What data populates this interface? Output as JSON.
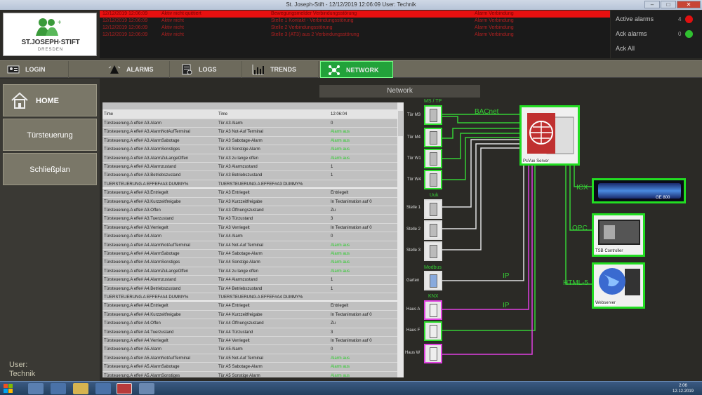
{
  "window": {
    "title": "St. Joseph-Stift - 12/12/2019 12:06:09 User: Technik"
  },
  "logo": {
    "name": "ST.JOSEPH·STIFT",
    "city": "DRESDEN"
  },
  "alarms": {
    "rows": [
      {
        "time": "12/12/2019 12:06:09",
        "status": "Aktiv nicht quittiert",
        "text": "Bewegungsmelder Verbindungsstörung",
        "type": "Alarm Verbindung"
      },
      {
        "time": "12/12/2019 12:06:09",
        "status": "Aktiv nicht",
        "text": "Stelle 1 Kontakt - Verbindungsstörung",
        "type": "Alarm Verbindung"
      },
      {
        "time": "12/12/2019 12:06:09",
        "status": "Aktiv nicht",
        "text": "Stelle 2 Verbindungsstörung",
        "type": "Alarm Verbindung"
      },
      {
        "time": "12/12/2019 12:06:09",
        "status": "Aktiv nicht",
        "text": "Stelle 3 (AT3) aus 2 Verbindungsstörung",
        "type": "Alarm Verbindung"
      }
    ],
    "side": {
      "active_label": "Active alarms",
      "active_count": "4",
      "ack_label": "Ack alarms",
      "ack_count": "0",
      "ack_all": "Ack All"
    },
    "colors": {
      "active_led": "#e01010",
      "ack_led": "#30c030"
    }
  },
  "nav": {
    "login": "LOGIN",
    "alarms": "ALARMS",
    "logs": "LOGS",
    "trends": "TRENDS",
    "network": "NETWORK"
  },
  "sidebar": {
    "home": "HOME",
    "tuersteuerung": "Türsteuerung",
    "schliessplan": "Schließplan",
    "user_label": "User:",
    "user_name": "Technik"
  },
  "network": {
    "title": "Network",
    "table": {
      "headers": [
        "Time",
        "Time",
        "12:06:04"
      ],
      "rows": [
        [
          "Türsteuerung.A effe# A3.Alarm",
          "Tür A3 Alarm",
          "0"
        ],
        [
          "Türsteuerung.A effe# A3.AlarmNotAufTerminal",
          "Tür A3 Not-Auf Terminal",
          "Alarm aus"
        ],
        [
          "Türsteuerung.A effe# A3.AlarmSabotage",
          "Tür A3 Sabotage-Alarm",
          "Alarm aus"
        ],
        [
          "Türsteuerung.A effe# A3.AlarmSonstiges",
          "Tür A3 Sonstige Alarm",
          "Alarm aus"
        ],
        [
          "Türsteuerung.A effe# A3.AlarmZuLangeOffen",
          "Tür A3 zu lange offen",
          "Alarm aus"
        ],
        [
          "Türsteuerung.A effe# A3.Alarmzustand",
          "Tür A3 Alarmzustand",
          "1"
        ],
        [
          "Türsteuerung.A effe# A3.Betriebszustand",
          "Tür A3 Betriebszustand",
          "1"
        ],
        [
          "TUERSTEUERUNG.A EFFEF#A3 DUMMY%",
          "TUERSTEUERUNG.A EFFEF#A3 DUMMY%",
          ""
        ],
        [
          "Türsteuerung.A effe# A3.Entriegelt",
          "Tür A3 Entriegelt",
          "Entriegelt"
        ],
        [
          "Türsteuerung.A effe# A3.Kurzzeitfreigabe",
          "Tür A3 Kurzzeitfreigabe",
          "In Textanimation auf 0"
        ],
        [
          "Türsteuerung.A effe# A3.Offen",
          "Tür A3 Öffnungszustand",
          "Zu"
        ],
        [
          "Türsteuerung.A effe# A3.Tuerzustand",
          "Tür A3 Türzustand",
          "3"
        ],
        [
          "Türsteuerung.A effe# A3.Verriegelt",
          "Tür A3 Verriegelt",
          "In Textanimation auf 0"
        ],
        [
          "Türsteuerung.A effe# A4.Alarm",
          "Tür A4 Alarm",
          "0"
        ],
        [
          "Türsteuerung.A effe# A4.AlarmNotAufTerminal",
          "Tür A4 Not-Auf Terminal",
          "Alarm aus"
        ],
        [
          "Türsteuerung.A effe# A4.AlarmSabotage",
          "Tür A4 Sabotage-Alarm",
          "Alarm aus"
        ],
        [
          "Türsteuerung.A effe# A4.AlarmSonstiges",
          "Tür A4 Sonstige Alarm",
          "Alarm aus"
        ],
        [
          "Türsteuerung.A effe# A4.AlarmZuLangeOffen",
          "Tür A4 zu lange offen",
          "Alarm aus"
        ],
        [
          "Türsteuerung.A effe# A4.Alarmzustand",
          "Tür A4 Alarmzustand",
          "1"
        ],
        [
          "Türsteuerung.A effe# A4.Betriebszustand",
          "Tür A4 Betriebszustand",
          "1"
        ],
        [
          "TUERSTEUERUNG.A EFFEF#A4 DUMMY%",
          "TUERSTEUERUNG.A EFFEF#A4 DUMMY%",
          ""
        ],
        [
          "Türsteuerung.A effe# A4.Entriegelt",
          "Tür A4 Entriegelt",
          "Entriegelt"
        ],
        [
          "Türsteuerung.A effe# A4.Kurzzeitfreigabe",
          "Tür A4 Kurzzeitfreigabe",
          "In Textanimation auf 0"
        ],
        [
          "Türsteuerung.A effe# A4.Offen",
          "Tür A4 Öffnungszustand",
          "Zu"
        ],
        [
          "Türsteuerung.A effe# A4.Tuerzustand",
          "Tür A4 Türzustand",
          "3"
        ],
        [
          "Türsteuerung.A effe# A4.Verriegelt",
          "Tür A4 Verriegelt",
          "In Textanimation auf 0"
        ],
        [
          "Türsteuerung.A effe# A5.Alarm",
          "Tür A5 Alarm",
          "0"
        ],
        [
          "Türsteuerung.A effe# A5.AlarmNotAufTerminal",
          "Tür A5 Not-Auf Terminal",
          "Alarm aus"
        ],
        [
          "Türsteuerung.A effe# A5.AlarmSabotage",
          "Tür A5 Sabotage-Alarm",
          "Alarm aus"
        ],
        [
          "Türsteuerung.A effe# A5.AlarmSonstiges",
          "Tür A5 Sonstige Alarm",
          "Alarm aus"
        ]
      ]
    },
    "groups": {
      "mstp": "MS / TP",
      "uuk": "Uuk",
      "modbus": "Modbus",
      "knx": "KNX"
    },
    "devices": {
      "tuer1": "Tür M3",
      "tuer2": "Tür M4",
      "tuer3": "Tür W1",
      "tuer4": "Tür W4",
      "stelle1": "Stelle 1",
      "stelle2": "Stelle 2",
      "stelle3": "Stelle 3",
      "garten": "Garten",
      "hausa": "Haus A",
      "hausf": "Haus F",
      "hausw": "Haus W"
    },
    "links": {
      "bacnet": "BACnet",
      "ip1": "IP",
      "ip2": "IP",
      "icx": "ICX",
      "opc": "OPC",
      "html5": "HTML-5"
    },
    "servers": {
      "pvue": "PcVue Server",
      "ge": "GE 800",
      "tsb": "TSB Controller",
      "web": "Webserver"
    },
    "colors": {
      "green": "#35d035",
      "white": "#e0e0e0",
      "pink": "#e040e0"
    }
  },
  "taskbar": {
    "time": "2:06",
    "date": "12.12.2019"
  }
}
